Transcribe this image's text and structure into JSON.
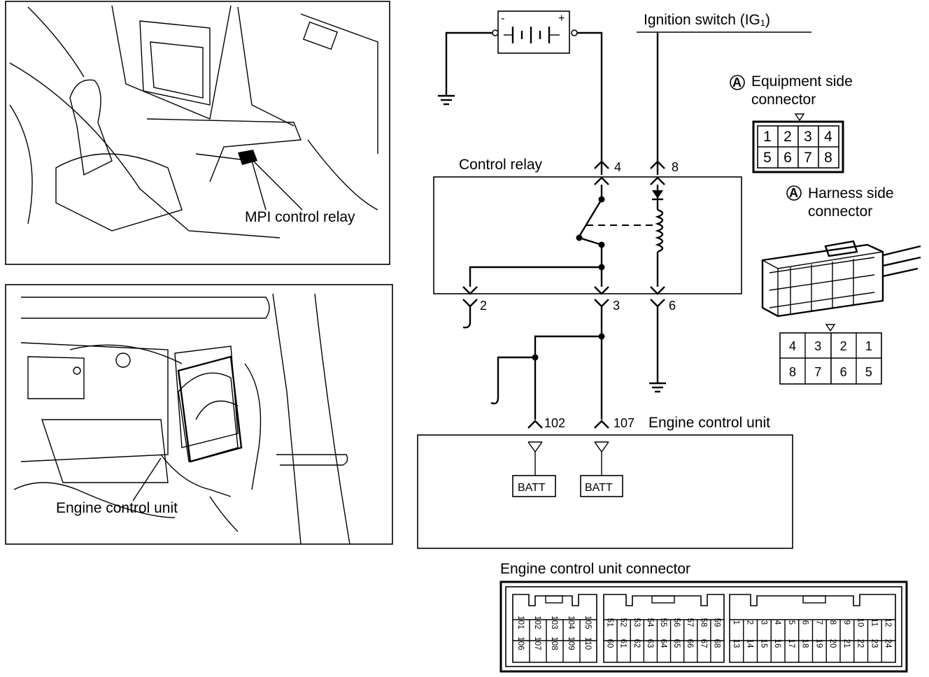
{
  "photo_top": {
    "caption": "MPI control relay"
  },
  "photo_bottom": {
    "caption": "Engine control unit"
  },
  "battery": {
    "minus": "-",
    "plus": "+"
  },
  "ignition": {
    "label": "Ignition switch (IG₁)"
  },
  "relay": {
    "label": "Control relay",
    "pins": {
      "p4": "4",
      "p8": "8",
      "p2": "2",
      "p3": "3",
      "p6": "6"
    }
  },
  "ecu": {
    "label": "Engine control unit",
    "pin102": "102",
    "pin107": "107",
    "batt": "BATT"
  },
  "equipment_connector": {
    "badge": "A",
    "title_line1": "Equipment side",
    "title_line2": "connector",
    "top_row": [
      "1",
      "2",
      "3",
      "4"
    ],
    "bottom_row": [
      "5",
      "6",
      "7",
      "8"
    ]
  },
  "harness_connector": {
    "badge": "A",
    "title_line1": "Harness side",
    "title_line2": "connector",
    "top_row": [
      "4",
      "3",
      "2",
      "1"
    ],
    "bottom_row": [
      "8",
      "7",
      "6",
      "5"
    ]
  },
  "ecu_connector": {
    "title": "Engine control unit connector",
    "left_top": [
      "101",
      "102",
      "103",
      "104",
      "105"
    ],
    "left_bottom": [
      "106",
      "107",
      "108",
      "109",
      "110"
    ],
    "mid_top": [
      "51",
      "52",
      "53",
      "54",
      "55",
      "56",
      "57",
      "58",
      "59"
    ],
    "mid_bottom": [
      "60",
      "61",
      "62",
      "63",
      "64",
      "65",
      "66",
      "67",
      "68"
    ],
    "right_top": [
      "1",
      "2",
      "3",
      "4",
      "5",
      "6",
      "7",
      "8",
      "9",
      "10",
      "11",
      "12"
    ],
    "right_bottom": [
      "13",
      "14",
      "15",
      "16",
      "17",
      "18",
      "19",
      "20",
      "21",
      "22",
      "23",
      "24"
    ]
  }
}
